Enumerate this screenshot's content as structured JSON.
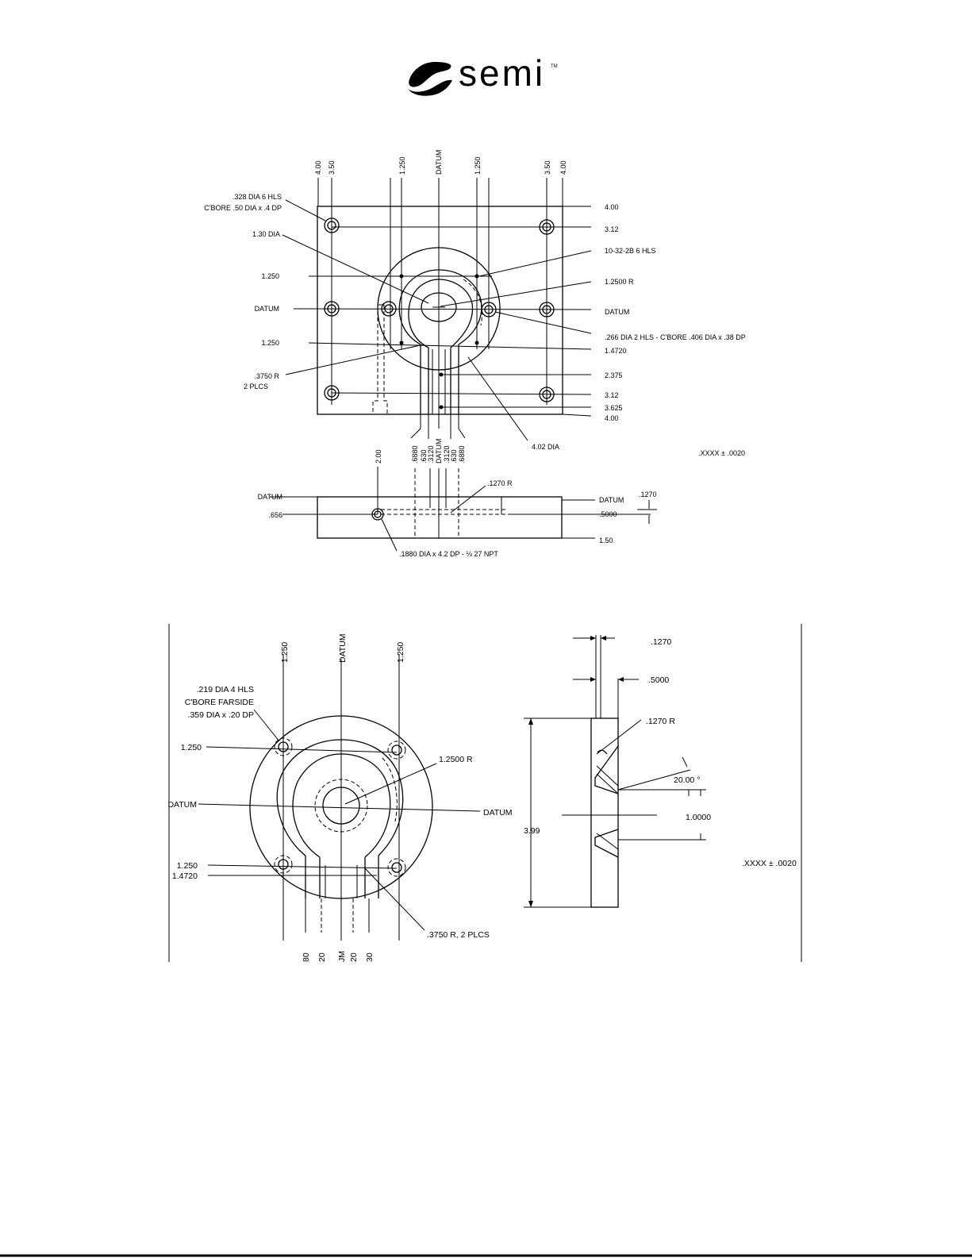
{
  "logo": {
    "text": "semi",
    "tm": "TM"
  },
  "drawing_top": {
    "top_dims": [
      "4.00",
      "3.50",
      "1.250",
      "DATUM",
      "1.250",
      "3.50",
      "4.00"
    ],
    "left_labels": {
      "holes_1": ".328 DIA 6 HLS",
      "holes_2": "C'BORE .50 DIA x .4 DP",
      "dia_130": "1.30 DIA",
      "y_1250_a": "1.250",
      "datum": "DATUM",
      "y_1250_b": "1.250",
      "r_3750": ".3750 R",
      "plcs": "2 PLCS"
    },
    "right_labels": {
      "y_400_top": "4.00",
      "y_312_top": "3.12",
      "thread": "10-32-2B 6 HLS",
      "r_12500": "1.2500 R",
      "datum": "DATUM",
      "cbore": ".266 DIA 2 HLS - C'BORE .406 DIA x .38 DP",
      "y_14720": "1.4720",
      "y_2375": "2.375",
      "y_312_bot": "3.12",
      "y_3625": "3.625",
      "y_400_bot": "4.00"
    },
    "dia_402": "4.02 DIA",
    "tolerance": ".XXXX ± .0020"
  },
  "section_view": {
    "bottom_dims": [
      "2.00",
      ".6880",
      ".630",
      ".3120",
      "DATUM",
      ".3120",
      ".630",
      ".6880"
    ],
    "r_1270": ".1270 R",
    "datum_left": "DATUM",
    "y_656": ".656",
    "datum_right": "DATUM",
    "dim_1270": ".1270",
    "dim_5000": ".5000",
    "dim_150": "1.50",
    "npt": ".1880 DIA x 4.2 DP - ⅛ 27 NPT"
  },
  "drawing_bottom": {
    "top_dims": [
      "1.250",
      "DATUM",
      "1.250"
    ],
    "holes_1": ".219 DIA 4 HLS",
    "holes_2": "C'BORE FARSIDE",
    "holes_3": ".359 DIA x .20 DP",
    "y_1250_a": "1.250",
    "r_12500": "1.2500 R",
    "datum_left": "DATUM",
    "datum_right": "DATUM",
    "y_1250_b": "1.250",
    "y_14720": "1.4720",
    "r_3750": ".3750 R, 2 PLCS",
    "bottom_dims": [
      "80",
      "20",
      "JM",
      "20",
      "30"
    ],
    "side_1270": ".1270",
    "side_5000": ".5000",
    "side_r1270": ".1270 R",
    "angle": "20.00 °",
    "dim_10000": "1.0000",
    "height_399": "3.99",
    "tolerance": ".XXXX ± .0020"
  }
}
